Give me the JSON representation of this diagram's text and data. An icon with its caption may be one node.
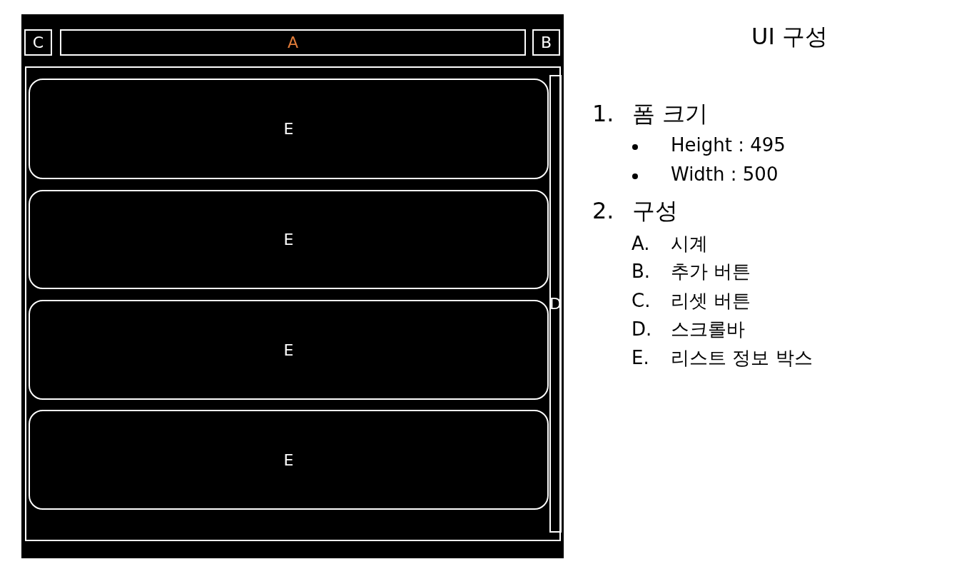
{
  "diagram": {
    "title": "UI 구성",
    "nodes": [
      {
        "text": [],
        "shape": "box"
      },
      {
        "text": [
          "C"
        ],
        "in": 0
      },
      {
        "text": [
          "A"
        ],
        "in": 0
      },
      {
        "text": [
          "B"
        ],
        "in": 0
      },
      {
        "text": [],
        "shape": "box",
        "in": 0
      },
      {
        "text": [
          "E"
        ],
        "in": 4
      },
      {
        "text": [
          "E"
        ],
        "in": 4
      },
      {
        "text": [
          "E"
        ],
        "in": 4
      },
      {
        "text": [
          "E"
        ],
        "in": 4
      },
      {
        "text": [
          "D"
        ],
        "in": 4
      }
    ],
    "labels": [
      "1. 폼 크기",
      "Height : 495",
      "Width : 500",
      "2. 구성",
      "A. 시계",
      "B. 추가 버튼",
      "C. 리셋 버튼",
      "D. 스크롤바",
      "E. 리스트 정보 박스"
    ]
  }
}
